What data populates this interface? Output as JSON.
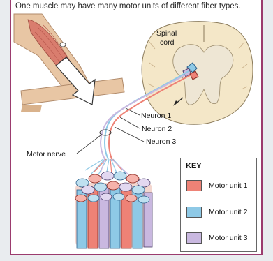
{
  "caption": "One muscle may have many motor units of different fiber types.",
  "labels": {
    "spinal_cord_line1": "Spinal",
    "spinal_cord_line2": "cord",
    "neuron1": "Neuron 1",
    "neuron2": "Neuron 2",
    "neuron3": "Neuron 3",
    "motor_nerve": "Motor nerve"
  },
  "key": {
    "title": "KEY",
    "items": [
      {
        "label": "Motor unit 1",
        "color": "#ee8276"
      },
      {
        "label": "Motor unit 2",
        "color": "#8ec9e6"
      },
      {
        "label": "Motor unit 3",
        "color": "#c9b8e0"
      }
    ]
  },
  "colors": {
    "frame": "#9b3b6e",
    "spinal_gray_matter": "#eee6d4",
    "spinal_white_matter": "#f4e7c8",
    "muscle": "#d97d6e",
    "skin": "#e8c6a4"
  }
}
